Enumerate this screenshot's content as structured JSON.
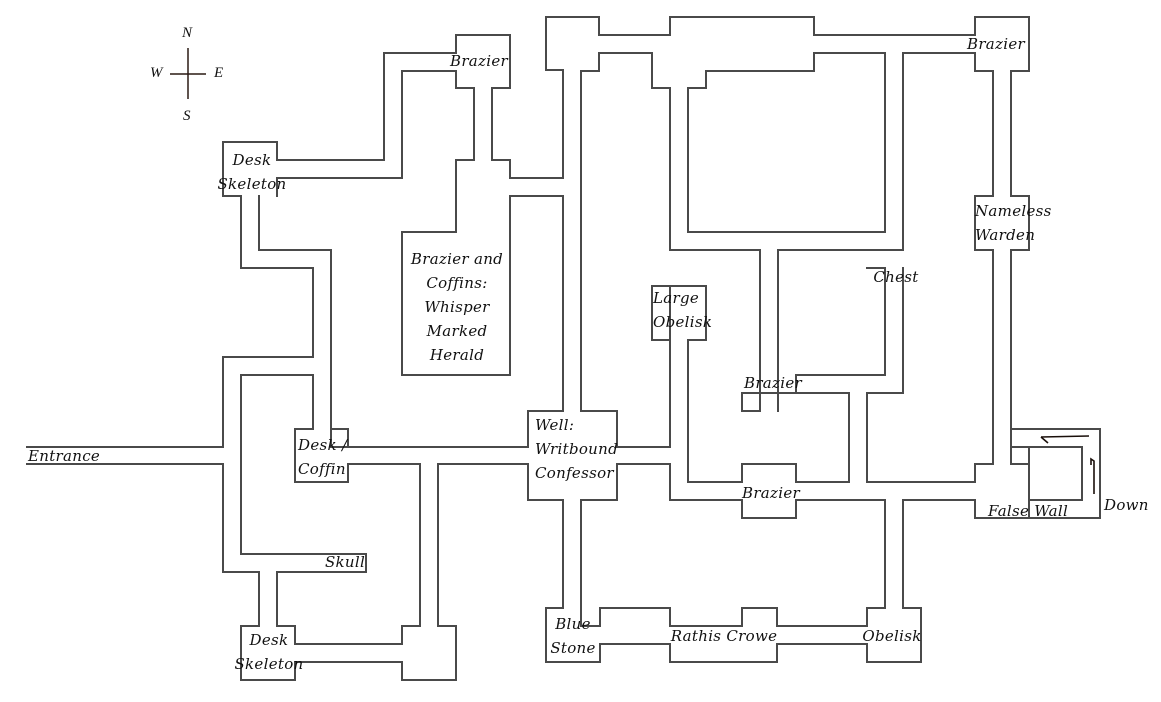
{
  "map": {
    "title": "Dungeon Map",
    "wall_color": "#4a4a4a",
    "background": "#ffffff"
  },
  "compass": {
    "north": "N",
    "south": "S",
    "east": "E",
    "west": "W"
  },
  "labels": {
    "entrance": "Entrance",
    "desk_skeleton_top": [
      "Desk",
      "Skeleton"
    ],
    "brazier_nw": "Brazier",
    "brazier_coffins": [
      "Brazier and",
      "Coffins:",
      "Whisper",
      "Marked",
      "Herald"
    ],
    "desk_coffin": [
      "Desk /",
      "Coffin"
    ],
    "skull": "Skull",
    "desk_skeleton_bottom": [
      "Desk",
      "Skeleton"
    ],
    "well": [
      "Well:",
      "Writbound",
      "Confessor"
    ],
    "large_obelisk": [
      "Large",
      "Obelisk"
    ],
    "brazier_center": "Brazier",
    "brazier_south": "Brazier",
    "chest": "Chest",
    "brazier_ne": "Brazier",
    "nameless_warden": [
      "Nameless",
      "Warden"
    ],
    "false_wall": "False Wall",
    "down": "Down",
    "blue_stone": [
      "Blue",
      "Stone"
    ],
    "rathis_crowe": "Rathis Crowe",
    "obelisk": "Obelisk"
  }
}
